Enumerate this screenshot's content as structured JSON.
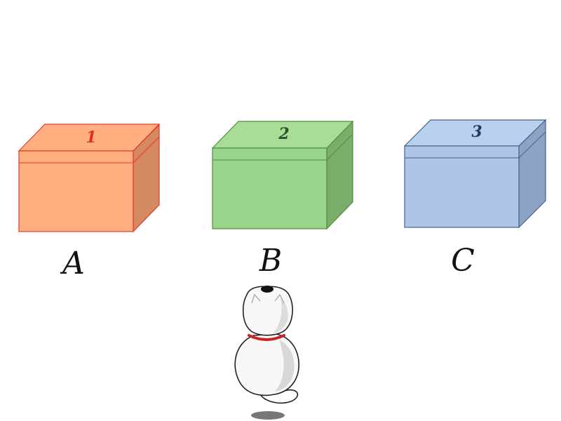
{
  "boxes": [
    {
      "id": "a",
      "number": "1",
      "letter": "A",
      "colors": {
        "front": "#ffaf80",
        "top": "#ffaf80",
        "side": "#d48960",
        "stroke": "#e43a2c",
        "number": "#e03020"
      }
    },
    {
      "id": "b",
      "number": "2",
      "letter": "B",
      "colors": {
        "front": "#98d48a",
        "top": "#a8dd98",
        "side": "#78ad6a",
        "stroke": "#4e8f42",
        "number": "#2f4f2a"
      }
    },
    {
      "id": "c",
      "number": "3",
      "letter": "C",
      "colors": {
        "front": "#adc6e8",
        "top": "#b8d0ee",
        "side": "#8ca3c6",
        "stroke": "#45628f",
        "number": "#1f3a66"
      }
    }
  ],
  "cat": {
    "collar_color": "#cc2222",
    "shadow_color": "#777777"
  }
}
